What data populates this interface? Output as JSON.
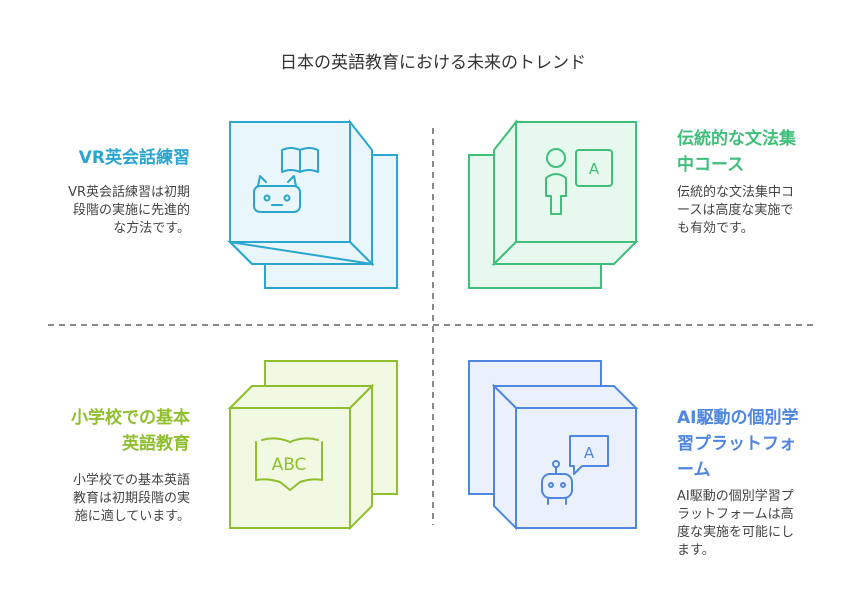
{
  "title": "日本の英語教育における未来のトレンド",
  "quadrants": [
    {
      "title_lines": [
        "VR英会話練習"
      ],
      "desc_lines": [
        "VR英会話練習は初期",
        "段階の実施に先進的",
        "な方法です。"
      ],
      "color": "#2aa6cf",
      "fill": "#e9f6fb",
      "icon": "vr-robot-book-icon"
    },
    {
      "title_lines": [
        "伝統的な文法集",
        "中コース"
      ],
      "desc_lines": [
        "伝統的な文法集中コ",
        "ースは高度な実施で",
        "も有効です。"
      ],
      "color": "#3fbf7a",
      "fill": "#e7f8ee",
      "icon": "teacher-board-icon",
      "icon_text": "A"
    },
    {
      "title_lines": [
        "小学校での基本",
        "英語教育"
      ],
      "desc_lines": [
        "小学校での基本英語",
        "教育は初期段階の実",
        "施に適しています。"
      ],
      "color": "#8fbe2e",
      "fill": "#f1f9e3",
      "icon": "abc-book-icon",
      "icon_text": "ABC"
    },
    {
      "title_lines": [
        "AI駆動の個別学",
        "習プラットフォ",
        "ーム"
      ],
      "desc_lines": [
        "AI駆動の個別学習プ",
        "ラットフォームは高",
        "度な実施を可能にし",
        "ます。"
      ],
      "color": "#4f86e0",
      "fill": "#ebf1fc",
      "icon": "ai-robot-chat-icon",
      "icon_text": "A"
    }
  ]
}
